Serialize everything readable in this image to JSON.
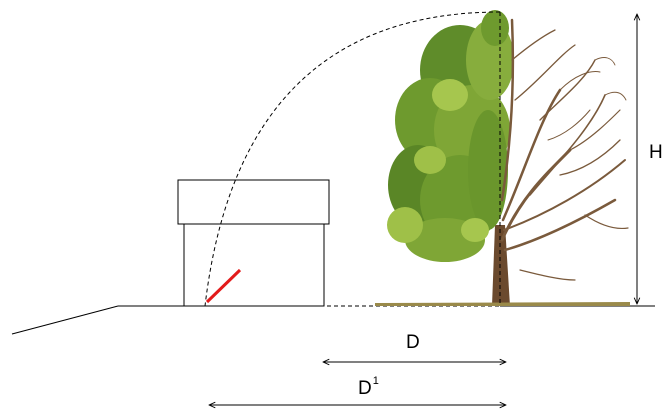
{
  "labels": {
    "height": "H",
    "distance": "D",
    "distance_prime_base": "D",
    "distance_prime_superscript": "1"
  },
  "colors": {
    "line": "#000000",
    "marker": "#e31b1b",
    "foliage_dark": "#4f7a24",
    "foliage_mid": "#6e9a2e",
    "foliage_light": "#9fc048",
    "bare_branches": "#7a5a3c",
    "trunk": "#6b4a2e"
  },
  "icons": {
    "tree": "tree-illustration",
    "house": "house-outline",
    "marker": "red-marker-line"
  }
}
